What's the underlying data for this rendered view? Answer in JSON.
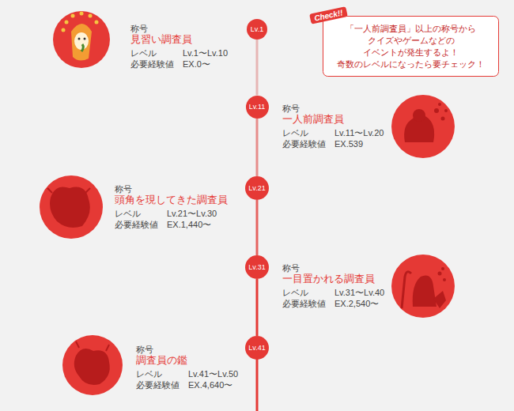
{
  "diagram": {
    "nodes": [
      {
        "text": [
          "Lv.1"
        ]
      },
      {
        "text": [
          "Check!!",
          "「一人前調査員」以上の称号から クイズやゲームなどの イベントが発生するよ！ 奇数のレベルになったら要チェック！"
        ]
      },
      {
        "text": [
          "Lv.11"
        ]
      },
      {
        "text": [
          "Lv.21"
        ]
      },
      {
        "text": [
          "Lv.31"
        ]
      },
      {
        "text": [
          "Lv.41"
        ]
      }
    ],
    "edges": [
      {
        "from": 0,
        "to": 2,
        "arrow": "none"
      },
      {
        "from": 2,
        "to": 3,
        "arrow": "none"
      },
      {
        "from": 3,
        "to": 4,
        "arrow": "none"
      },
      {
        "from": 4,
        "to": 5,
        "arrow": "none"
      }
    ],
    "labels": [
      "称号",
      "見習い調査員",
      "レベル",
      "Lv.1〜Lv.10",
      "必要経験値",
      "EX.0〜",
      "称号",
      "一人前調査員",
      "レベル",
      "Lv.11〜Lv.20",
      "必要経験値",
      "EX.539",
      "称号",
      "頭角を現してきた調査員",
      "レベル",
      "Lv.21〜Lv.30",
      "必要経験値",
      "EX.1,440〜",
      "称号",
      "一目置かれる調査員",
      "レベル",
      "Lv.31〜Lv.40",
      "必要経験値",
      "EX.2,540〜",
      "称号",
      "調査員の鑑",
      "レベル",
      "Lv.41〜Lv.50",
      "必要経験値",
      "EX.4,640〜"
    ]
  }
}
